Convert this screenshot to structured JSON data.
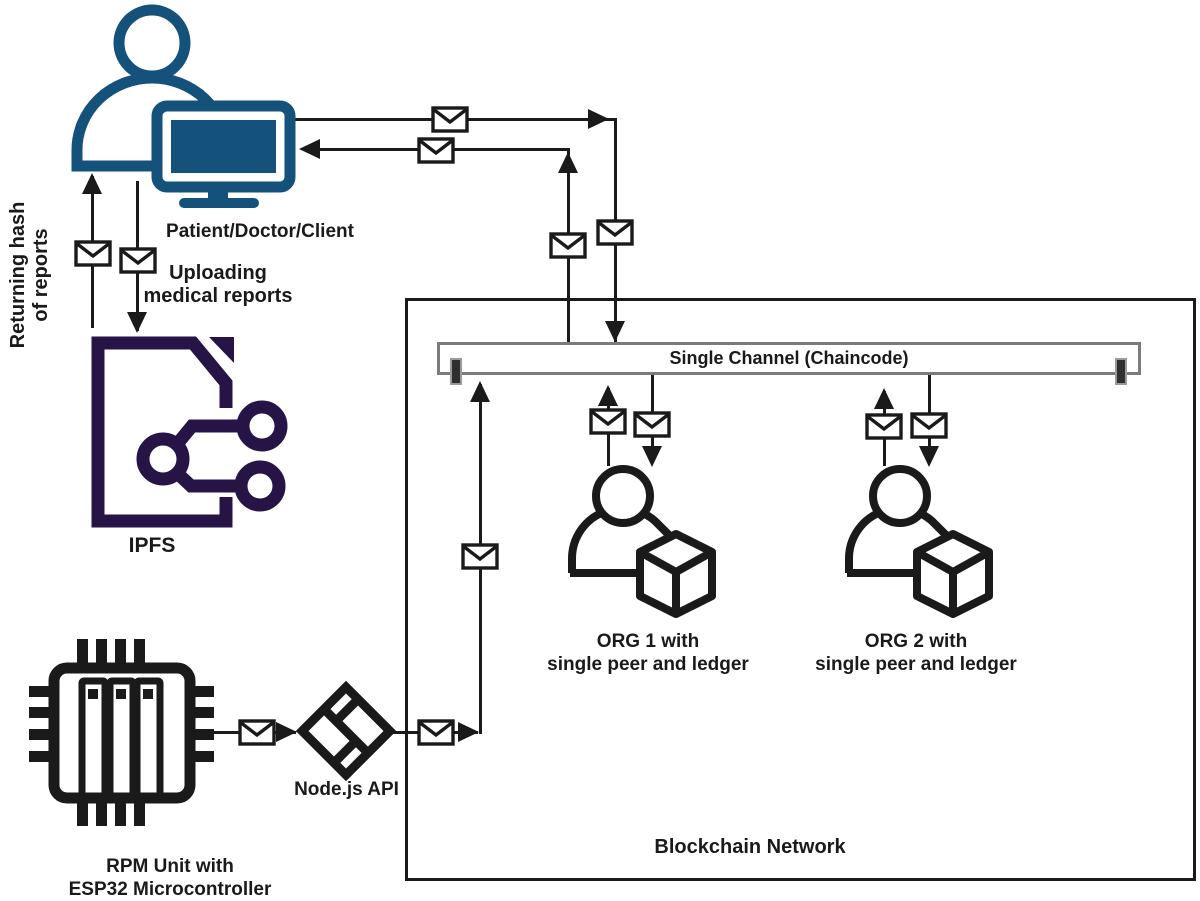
{
  "colors": {
    "teal": "#15527B",
    "purple": "#261447",
    "ink": "#1A1A1A",
    "bar": "#7B7B7B",
    "tick": "#2F2F2F"
  },
  "client": {
    "label": "Patient/Doctor/Client"
  },
  "returning": {
    "line1": "Returning hash",
    "line2": "of reports"
  },
  "uploading": {
    "line1": "Uploading",
    "line2": "medical reports"
  },
  "ipfs": {
    "label": "IPFS"
  },
  "rpm": {
    "line1": "RPM Unit with",
    "line2": "ESP32 Microcontroller"
  },
  "nodejs": {
    "label": "Node.js API"
  },
  "network": {
    "label": "Blockchain Network",
    "channel_label": "Single Channel (Chaincode)"
  },
  "org1": {
    "line1": "ORG 1 with",
    "line2": "single peer and ledger"
  },
  "org2": {
    "line1": "ORG 2 with",
    "line2": "single peer and ledger"
  },
  "icons": {
    "client": "person-at-computer-icon",
    "message": "envelope-icon",
    "ipfs": "ipfs-file-circuit-icon",
    "rpm": "esp32-chip-icon",
    "nodejs": "nodejs-logo-icon",
    "peer": "person-with-cube-icon"
  }
}
